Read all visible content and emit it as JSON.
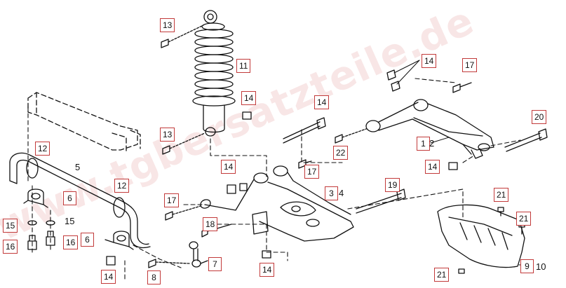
{
  "watermark": "www.tgbersatzteile.de",
  "colors": {
    "callout_border": "#c23a3a",
    "line": "#111111",
    "watermark": "#c83c3c"
  },
  "callouts": [
    {
      "id": "c1",
      "label": "13"
    },
    {
      "id": "c2",
      "label": "11"
    },
    {
      "id": "c3",
      "label": "14"
    },
    {
      "id": "c4",
      "label": "13"
    },
    {
      "id": "c5",
      "label": "14"
    },
    {
      "id": "c6",
      "label": "17"
    },
    {
      "id": "c7",
      "label": "20"
    },
    {
      "id": "c8",
      "label": "14"
    },
    {
      "id": "c9",
      "label": "22"
    },
    {
      "id": "c10",
      "label": "14"
    },
    {
      "id": "c11",
      "label": "12"
    },
    {
      "id": "c12",
      "label": "6"
    },
    {
      "id": "c13",
      "label": "12"
    },
    {
      "id": "c14",
      "label": "15"
    },
    {
      "id": "c15",
      "label": "16"
    },
    {
      "id": "c16",
      "label": "16"
    },
    {
      "id": "c17",
      "label": "6"
    },
    {
      "id": "c18",
      "label": "14"
    },
    {
      "id": "c19",
      "label": "14"
    },
    {
      "id": "c20",
      "label": "17"
    },
    {
      "id": "c21",
      "label": "18"
    },
    {
      "id": "c22",
      "label": "7"
    },
    {
      "id": "c23",
      "label": "8"
    },
    {
      "id": "c24",
      "label": "17"
    },
    {
      "id": "c25",
      "label": "14"
    },
    {
      "id": "c26",
      "label": "19"
    },
    {
      "id": "c27",
      "label": "21"
    },
    {
      "id": "c28",
      "label": "21"
    },
    {
      "id": "c29",
      "label": "21"
    },
    {
      "id": "c30",
      "label": "14"
    },
    {
      "id": "c31",
      "label": "3"
    },
    {
      "id": "c32",
      "label": "9"
    },
    {
      "id": "c33",
      "label": "1"
    }
  ],
  "tags": [
    {
      "id": "t1",
      "label": "5"
    },
    {
      "id": "t2",
      "label": "15"
    },
    {
      "id": "t3",
      "label": "4"
    },
    {
      "id": "t4",
      "label": "10"
    },
    {
      "id": "t5",
      "label": "2"
    }
  ]
}
